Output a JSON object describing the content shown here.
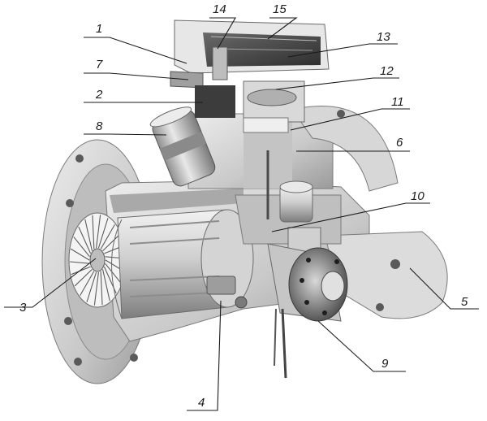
{
  "callouts": [
    {
      "id": "1",
      "text": "1"
    },
    {
      "id": "2",
      "text": "2"
    },
    {
      "id": "3",
      "text": "3"
    },
    {
      "id": "4",
      "text": "4"
    },
    {
      "id": "5",
      "text": "5"
    },
    {
      "id": "6",
      "text": "6"
    },
    {
      "id": "7",
      "text": "7"
    },
    {
      "id": "8",
      "text": "8"
    },
    {
      "id": "9",
      "text": "9"
    },
    {
      "id": "10",
      "text": "10"
    },
    {
      "id": "11",
      "text": "11"
    },
    {
      "id": "12",
      "text": "12"
    },
    {
      "id": "13",
      "text": "13"
    },
    {
      "id": "14",
      "text": "14"
    },
    {
      "id": "15",
      "text": "15"
    }
  ],
  "colors": {
    "metal_light": "#dcdcdc",
    "metal_mid": "#b5b5b5",
    "metal_dark": "#6e6e6e",
    "metal_shadow": "#3c3c3c",
    "ink": "#1a1a1a"
  }
}
